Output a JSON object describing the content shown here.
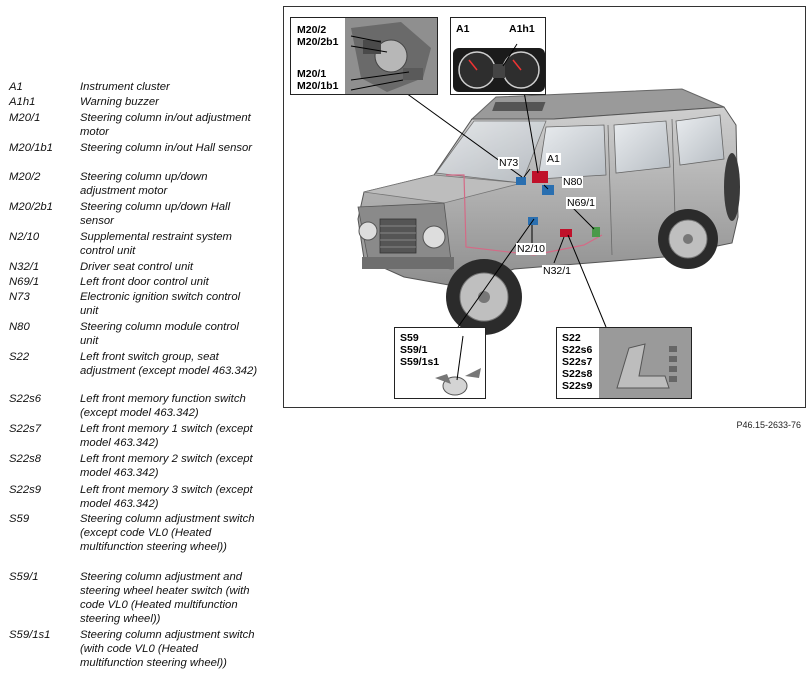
{
  "legend": [
    {
      "code": "A1",
      "desc": "Instrument cluster"
    },
    {
      "code": "A1h1",
      "desc": "Warning buzzer"
    },
    {
      "code": "M20/1",
      "desc": "Steering column in/out adjustment motor"
    },
    {
      "code": "M20/1b1",
      "desc": "Steering column in/out Hall sensor"
    },
    {
      "code": "M20/2",
      "desc": "Steering column up/down adjustment motor"
    },
    {
      "code": "M20/2b1",
      "desc": "Steering column up/down Hall sensor"
    },
    {
      "code": "N2/10",
      "desc": "Supplemental restraint system control unit"
    },
    {
      "code": "N32/1",
      "desc": "Driver seat control unit"
    },
    {
      "code": "N69/1",
      "desc": "Left front door control unit"
    },
    {
      "code": "N73",
      "desc": "Electronic ignition switch control unit"
    },
    {
      "code": "N80",
      "desc": "Steering column module control unit"
    },
    {
      "code": "S22",
      "desc": "Left front switch group, seat adjustment (except model 463.342)"
    },
    {
      "code": "S22s6",
      "desc": "Left front memory function switch (except model 463.342)"
    },
    {
      "code": "S22s7",
      "desc": "Left front memory 1 switch (except model 463.342)"
    },
    {
      "code": "S22s8",
      "desc": "Left front memory 2 switch (except model 463.342)"
    },
    {
      "code": "S22s9",
      "desc": "Left front memory 3 switch (except model 463.342)"
    },
    {
      "code": "S59",
      "desc": "Steering column adjustment switch (except code VL0 (Heated multifunction steering wheel))"
    },
    {
      "code": "S59/1",
      "desc": "Steering column adjustment and steering wheel heater switch (with code VL0 (Heated multifunction steering wheel))"
    },
    {
      "code": "S59/1s1",
      "desc": "Steering column adjustment switch (with code VL0 (Heated multifunction steering wheel))"
    }
  ],
  "callouts": {
    "motor": [
      "M20/2",
      "M20/2b1",
      "M20/1",
      "M20/1b1"
    ],
    "cluster": [
      "A1",
      "A1h1"
    ],
    "switch_s59": [
      "S59",
      "S59/1",
      "S59/1s1"
    ],
    "seat_switch": [
      "S22",
      "S22s6",
      "S22s7",
      "S22s8",
      "S22s9"
    ]
  },
  "vehicle_tags": {
    "n73": "N73",
    "a1": "A1",
    "n80": "N80",
    "n69_1": "N69/1",
    "n2_10": "N2/10",
    "n32_1": "N32/1"
  },
  "figure_ref": "P46.15-2633-76",
  "colors": {
    "vehicle_body": "#a9a9a9",
    "highlight_red": "#c0112a",
    "highlight_blue": "#2a6fb0",
    "wiring_pink": "#d46a86"
  }
}
